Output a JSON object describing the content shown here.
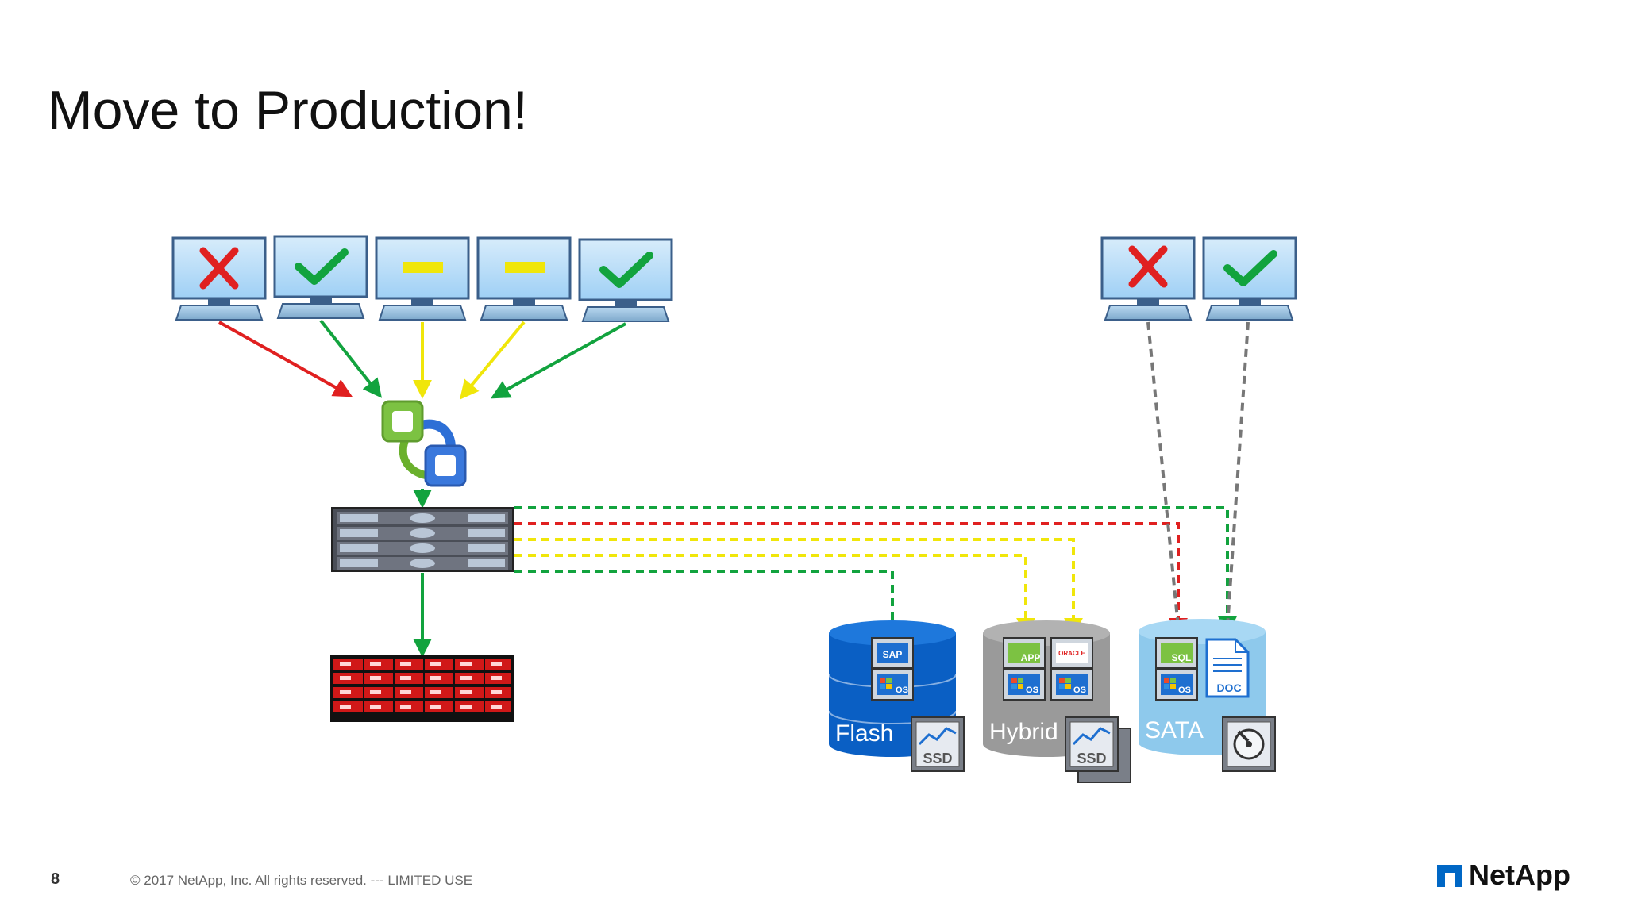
{
  "slide": {
    "title": "Move to Production!",
    "page_number": "8",
    "copyright": "© 2017 NetApp, Inc. All rights reserved.   ---  LIMITED USE",
    "logo_text": "NetApp"
  },
  "colors": {
    "red": "#e02020",
    "green": "#12a33e",
    "yellow": "#f0e60a",
    "gray_dashed": "#777777",
    "flash_blue": "#0a5fc4",
    "hybrid_gray": "#9a9a9a",
    "sata_lightblue": "#8ec9ec",
    "netapp_blue": "#0067c5"
  },
  "desktops_left": [
    {
      "status": "fail"
    },
    {
      "status": "pass"
    },
    {
      "status": "pending"
    },
    {
      "status": "pending"
    },
    {
      "status": "pass"
    }
  ],
  "desktops_right": [
    {
      "status": "fail"
    },
    {
      "status": "pass"
    }
  ],
  "tiers": [
    {
      "name": "Flash",
      "apps": [
        "SAP"
      ],
      "badge": "SSD"
    },
    {
      "name": "Hybrid",
      "apps": [
        "APP",
        "ORACLE"
      ],
      "badge": "SSD"
    },
    {
      "name": "SATA",
      "apps": [
        "SQL",
        "DOC"
      ],
      "badge": "HDD"
    }
  ],
  "icon_labels": {
    "os": "OS",
    "ssd": "SSD",
    "sap": "SAP",
    "app": "APP",
    "sql": "SQL",
    "doc": "DOC",
    "oracle": "ORACLE"
  }
}
